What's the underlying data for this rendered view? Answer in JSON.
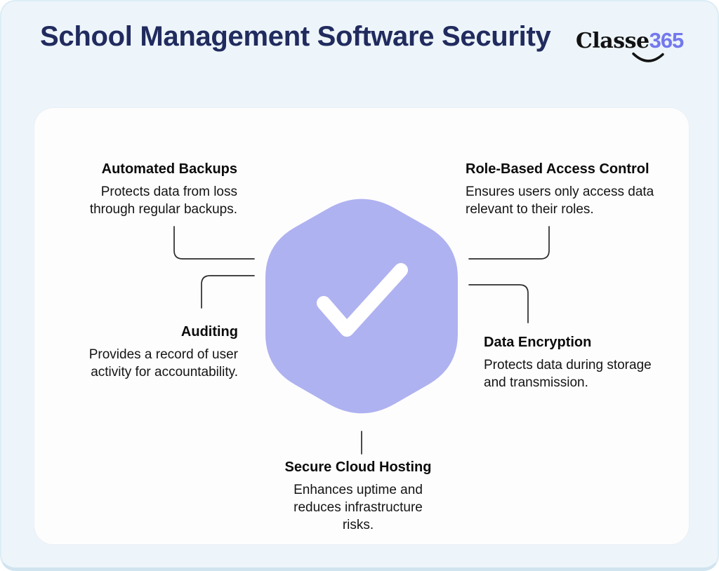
{
  "header": {
    "title": "School Management Software Security"
  },
  "logo": {
    "brand": "Classe",
    "suffix": "365"
  },
  "icons": {
    "center": "shield-check-badge",
    "logo_mark": "smile-curve"
  },
  "features": [
    {
      "id": "automated-backups",
      "title": "Automated Backups",
      "description": "Protects data from loss through regular backups."
    },
    {
      "id": "role-based-access-control",
      "title": "Role-Based Access Control",
      "description": "Ensures users only access data relevant to their roles."
    },
    {
      "id": "auditing",
      "title": "Auditing",
      "description": "Provides a record of user activity for accountability."
    },
    {
      "id": "data-encryption",
      "title": "Data Encryption",
      "description": "Protects data during storage and transmission."
    },
    {
      "id": "secure-cloud-hosting",
      "title": "Secure Cloud Hosting",
      "description": "Enhances uptime and reduces infrastructure risks."
    }
  ],
  "colors": {
    "background": "#edf5fa",
    "panel": "#fdfdfe",
    "title": "#212b5e",
    "shield": "#afb2f0",
    "checkmark": "#ffffff",
    "connector": "#2c2c2c",
    "logo_accent": "#7478ee",
    "text": "#141414"
  }
}
